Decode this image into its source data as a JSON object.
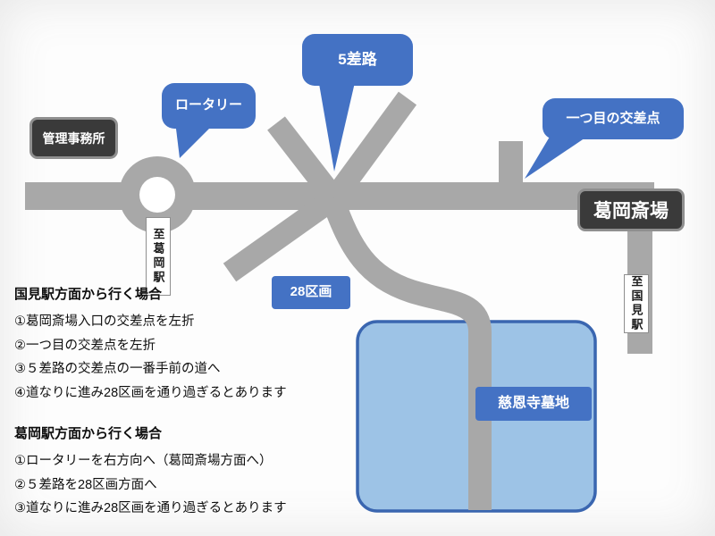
{
  "map": {
    "bubbles": {
      "five_way": "5差路",
      "rotary": "ロータリー",
      "first_intersection": "一つ目の交差点",
      "block28": "28区画"
    },
    "places": {
      "admin_office": "管理事務所",
      "funeral_hall": "葛岡斎場",
      "cemetery": "慈恩寺墓地"
    },
    "stations": {
      "to_katsuoka": "至葛岡駅",
      "to_kunimi": "至国見駅"
    },
    "colors": {
      "road": "#a8a8a8",
      "bubble_blue": "#4472c4",
      "cemetery_fill": "#9dc3e6",
      "cemetery_border": "#3a66b0",
      "dark_box": "#3a3a3a",
      "dark_box_border": "#8f8f8f"
    }
  },
  "directions": {
    "from_kunimi": {
      "heading": "国見駅方面から行く場合",
      "steps": [
        "①葛岡斎場入口の交差点を左折",
        "②一つ目の交差点を左折",
        "③５差路の交差点の一番手前の道へ",
        "④道なりに進み28区画を通り過ぎるとあります"
      ]
    },
    "from_katsuoka": {
      "heading": "葛岡駅方面から行く場合",
      "steps": [
        "①ロータリーを右方向へ（葛岡斎場方面へ）",
        "②５差路を28区画方面へ",
        "③道なりに進み28区画を通り過ぎるとあります"
      ]
    }
  }
}
